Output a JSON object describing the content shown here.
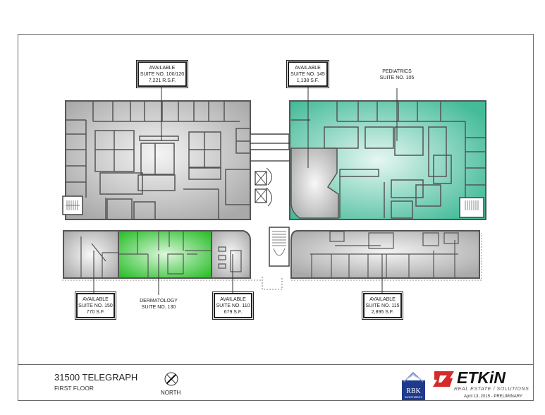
{
  "building": {
    "name": "31500 TELEGRAPH",
    "floor": "FIRST FLOOR"
  },
  "compass": {
    "label": "NORTH",
    "icon": "north-arrow-icon"
  },
  "suites": [
    {
      "id": "100-120",
      "status": "AVAILABLE",
      "suite": "SUITE NO. 100/120",
      "area": "7,221 R.S.F.",
      "highlight": "#c8c8c8"
    },
    {
      "id": "145",
      "status": "AVAILABLE",
      "suite": "SUITE NO. 145",
      "area": "1,138 S.F.",
      "highlight": "#c8c8c8"
    },
    {
      "id": "105",
      "status": "PEDIATRICS",
      "suite": "SUITE NO. 105",
      "area": "",
      "highlight": "#5cc8a8"
    },
    {
      "id": "150",
      "status": "AVAILABLE",
      "suite": "SUITE NO. 150",
      "area": "770 S.F.",
      "highlight": "#c8c8c8"
    },
    {
      "id": "130",
      "status": "DERMATOLOGY",
      "suite": "SUITE NO. 130",
      "area": "",
      "highlight": "#3cc83c"
    },
    {
      "id": "110",
      "status": "AVAILABLE",
      "suite": "SUITE NO. 110",
      "area": "679 S.F.",
      "highlight": "#c8c8c8"
    },
    {
      "id": "115",
      "status": "AVAILABLE",
      "suite": "SUITE NO. 115",
      "area": "2,895 S.F.",
      "highlight": "#c8c8c8"
    }
  ],
  "branding": {
    "rbk": {
      "name": "RBK",
      "sub": "INVESTMENTS"
    },
    "etkin": {
      "name": "ETKiN",
      "tagline": "REAL ESTATE / SOLUTIONS"
    },
    "date_note": "April 13, 2015 - PRELIMINARY"
  },
  "colors": {
    "available_gray": "#c8c8c8",
    "pediatrics_teal": "#5cc8a8",
    "dermatology_green": "#3cc83c",
    "etkin_red": "#d42a2a",
    "rbk_navy": "#1f3a8a"
  }
}
